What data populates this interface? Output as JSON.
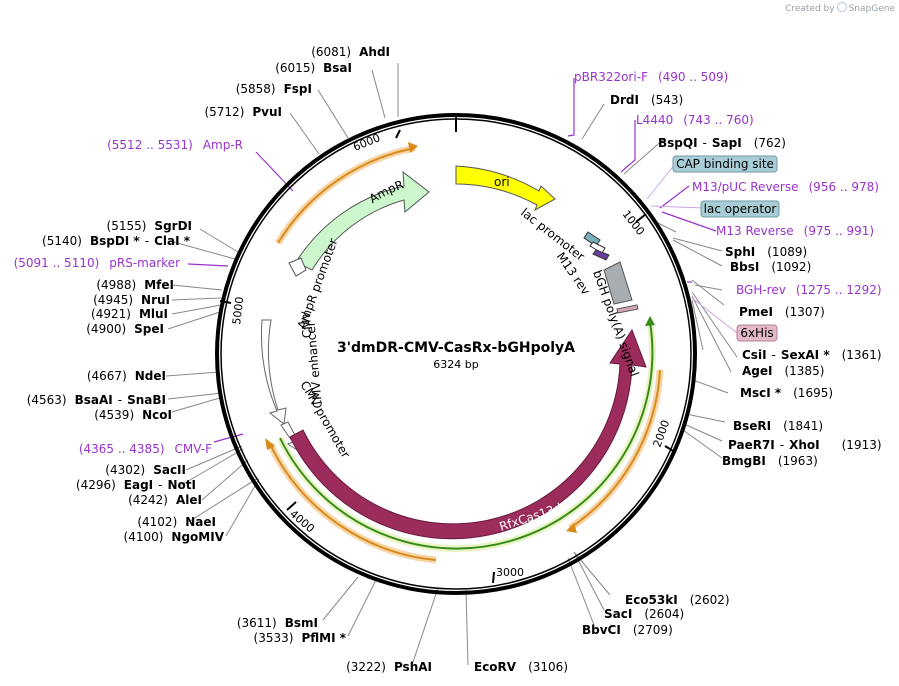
{
  "credit": {
    "prefix": "Created by",
    "brand": "SnapGene"
  },
  "plasmid": {
    "name": "3'dmDR-CMV-CasRx-bGHpolyA",
    "size": "6324 bp"
  },
  "ticks": [
    "1000",
    "2000",
    "3000",
    "4000",
    "5000",
    "6000"
  ],
  "features": {
    "ori": "ori",
    "ampr": "AmpR",
    "ampr_promoter": "AmpR promoter",
    "lac_promoter": "lac promoter",
    "m13_rev": "M13 rev",
    "bgh": "bGH poly(A) signal",
    "rfx": "RfxCas13d",
    "cmv_enhancer": "CMV enhancer",
    "cmv_promoter": "CMV promoter"
  },
  "boxes": {
    "cap": "CAP binding site",
    "lacop": "lac operator",
    "sixhis": "6xHis"
  },
  "primers": {
    "pbr": {
      "name": "pBR322ori-F",
      "range": "(490 .. 509)"
    },
    "l4440": {
      "name": "L4440",
      "range": "(743 .. 760)"
    },
    "m13puc": {
      "name": "M13/pUC Reverse",
      "range": "(956 .. 978)"
    },
    "m13rev": {
      "name": "M13 Reverse",
      "range": "(975 .. 991)"
    },
    "bghrev": {
      "name": "BGH-rev",
      "range": "(1275 .. 1292)"
    },
    "cmvf": {
      "name": "CMV-F",
      "range": "(4365 .. 4385)"
    },
    "prs": {
      "name": "pRS-marker",
      "range": "(5091 .. 5110)"
    },
    "ampr": {
      "name": "Amp-R",
      "range": "(5512 .. 5531)"
    }
  },
  "sites": {
    "ahdi": {
      "name": "AhdI",
      "pos": "(6081)"
    },
    "bsai": {
      "name": "BsaI",
      "pos": "(6015)"
    },
    "fspi": {
      "name": "FspI",
      "pos": "(5858)"
    },
    "pvui": {
      "name": "PvuI",
      "pos": "(5712)"
    },
    "sgrdi": {
      "name": "SgrDI",
      "pos": "(5155)"
    },
    "bspdi": {
      "name": "BspDI *",
      "sep": "-",
      "name2": "ClaI *",
      "pos": "(5140)"
    },
    "mfei": {
      "name": "MfeI",
      "pos": "(4988)"
    },
    "nrui": {
      "name": "NruI",
      "pos": "(4945)"
    },
    "mlui": {
      "name": "MluI",
      "pos": "(4921)"
    },
    "spei": {
      "name": "SpeI",
      "pos": "(4900)"
    },
    "ndei": {
      "name": "NdeI",
      "pos": "(4667)"
    },
    "bsaai": {
      "name": "BsaAI",
      "sep": "-",
      "name2": "SnaBI",
      "pos": "(4563)"
    },
    "ncoi": {
      "name": "NcoI",
      "pos": "(4539)"
    },
    "sacii": {
      "name": "SacII",
      "pos": "(4302)"
    },
    "eagi": {
      "name": "EagI",
      "sep": "-",
      "name2": "NotI",
      "pos": "(4296)"
    },
    "alei": {
      "name": "AleI",
      "pos": "(4242)"
    },
    "naei": {
      "name": "NaeI",
      "pos": "(4102)"
    },
    "ngomiv": {
      "name": "NgoMIV",
      "pos": "(4100)"
    },
    "bsmi": {
      "name": "BsmI",
      "pos": "(3611)"
    },
    "pflmi": {
      "name": "PflMI *",
      "pos": "(3533)"
    },
    "pshai": {
      "name": "PshAI",
      "pos": "(3222)"
    },
    "ecorv": {
      "name": "EcoRV",
      "pos": "(3106)"
    },
    "drdi": {
      "name": "DrdI",
      "pos": "(543)"
    },
    "bspqi": {
      "name": "BspQI",
      "sep": "-",
      "name2": "SapI",
      "pos": "(762)"
    },
    "sphi": {
      "name": "SphI",
      "pos": "(1089)"
    },
    "bbsi": {
      "name": "BbsI",
      "pos": "(1092)"
    },
    "pmei": {
      "name": "PmeI",
      "pos": "(1307)"
    },
    "csii": {
      "name": "CsiI",
      "sep": "-",
      "name2": "SexAI *",
      "pos": "(1361)"
    },
    "agei": {
      "name": "AgeI",
      "pos": "(1385)"
    },
    "msci": {
      "name": "MscI *",
      "pos": "(1695)"
    },
    "bseri": {
      "name": "BseRI",
      "pos": "(1841)"
    },
    "paer7i": {
      "name": "PaeR7I",
      "sep": "-",
      "name2": "XhoI",
      "pos": "(1913)"
    },
    "bmgbi": {
      "name": "BmgBI",
      "pos": "(1963)"
    },
    "eco53ki": {
      "name": "Eco53kI",
      "pos": "(2602)"
    },
    "saci": {
      "name": "SacI",
      "pos": "(2604)"
    },
    "bbvci": {
      "name": "BbvCI",
      "pos": "(2709)"
    }
  }
}
